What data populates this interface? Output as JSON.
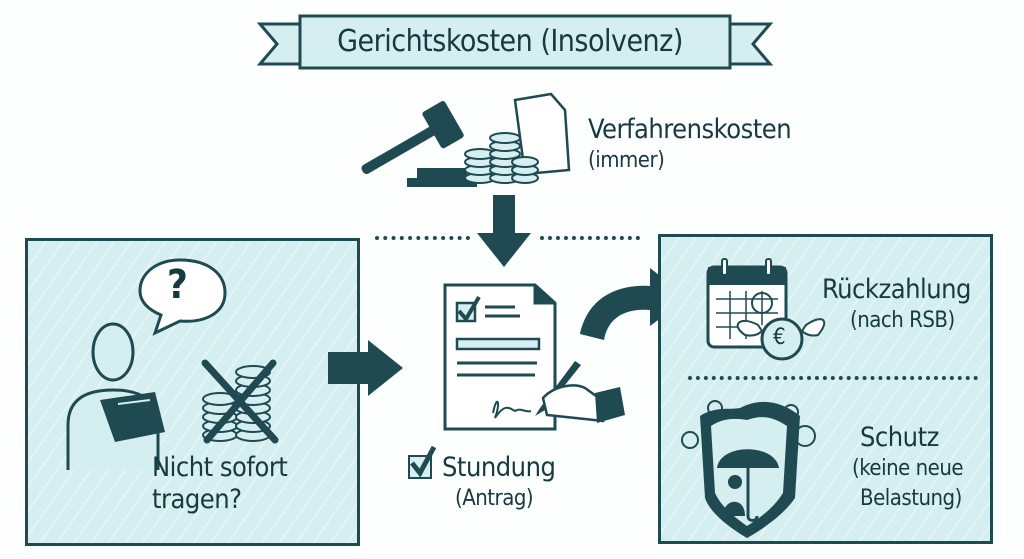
{
  "title": "Gerichtskosten (Insolvenz)",
  "top": {
    "label": "Verfahrenskosten",
    "sublabel": "(immer)"
  },
  "left_panel": {
    "line1": "Nicht sofort",
    "line2": "tragen?",
    "bubble": "?"
  },
  "center": {
    "label": "Stundung",
    "sublabel": "(Antrag)"
  },
  "right_top": {
    "label": "Rückzahlung",
    "sublabel": "(nach RSB)",
    "coin_symbol": "€"
  },
  "right_bottom": {
    "label": "Schutz",
    "sublabel1": "(keine neue",
    "sublabel2": "Belastung)"
  },
  "colors": {
    "dark": "#1f4a52",
    "panel": "#d5eef0",
    "background": "#fdfefe"
  }
}
